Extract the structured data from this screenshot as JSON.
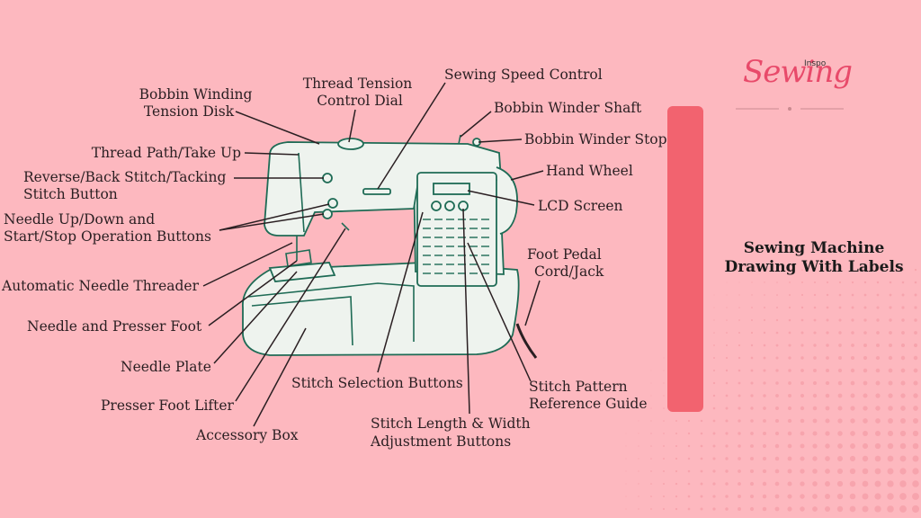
{
  "brand": {
    "logo_script": "Sewing",
    "logo_small": "Inspo",
    "accent_color": "#f2636f",
    "logo_color": "#e84a6a",
    "background": "#fdb8bf"
  },
  "side_title": {
    "line1": "Sewing Machine",
    "line2": "Drawing With Labels"
  },
  "labels": {
    "thread_tension": [
      "Thread Tension",
      "Control Dial"
    ],
    "speed_control": "Sewing Speed Control",
    "bobbin_winding_tension": [
      "Bobbin Winding",
      "Tension Disk"
    ],
    "bobbin_winder_shaft": "Bobbin Winder Shaft",
    "bobbin_winder_stop": "Bobbin Winder Stop",
    "thread_path": "Thread Path/Take Up",
    "reverse_stitch": [
      "Reverse/Back Stitch/Tacking",
      "Stitch Button"
    ],
    "hand_wheel": "Hand Wheel",
    "lcd_screen": "LCD Screen",
    "needle_buttons": [
      "Needle Up/Down and",
      "Start/Stop Operation Buttons"
    ],
    "foot_pedal": [
      "Foot Pedal",
      "Cord/Jack"
    ],
    "needle_threader": "Automatic Needle Threader",
    "needle_presser": "Needle and Presser Foot",
    "needle_plate": "Needle Plate",
    "stitch_selection": "Stitch Selection Buttons",
    "stitch_pattern": [
      "Stitch Pattern",
      "Reference Guide"
    ],
    "presser_lifter": "Presser Foot Lifter",
    "stitch_length": [
      "Stitch Length & Width",
      "Adjustment Buttons"
    ],
    "accessory_box": "Accessory Box"
  }
}
